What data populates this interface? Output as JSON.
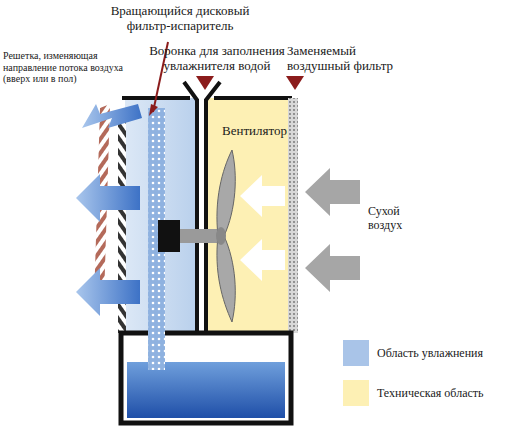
{
  "diagram": {
    "labels": [
      "Вращающийся дисковый фильтр-испаритель",
      "Воронка для заполнения увлажнителя водой",
      "Заменяемый воздушный фильтр",
      "Решетка, изменяющая направление потока воздуха (вверх или в пол)",
      "Вентилятор",
      "Сухой воздух"
    ],
    "legend": [
      {
        "text": "Область увлажнения",
        "color": "#a9c4e8"
      },
      {
        "text": "Техническая область",
        "color": "#fdf0b4"
      }
    ]
  }
}
